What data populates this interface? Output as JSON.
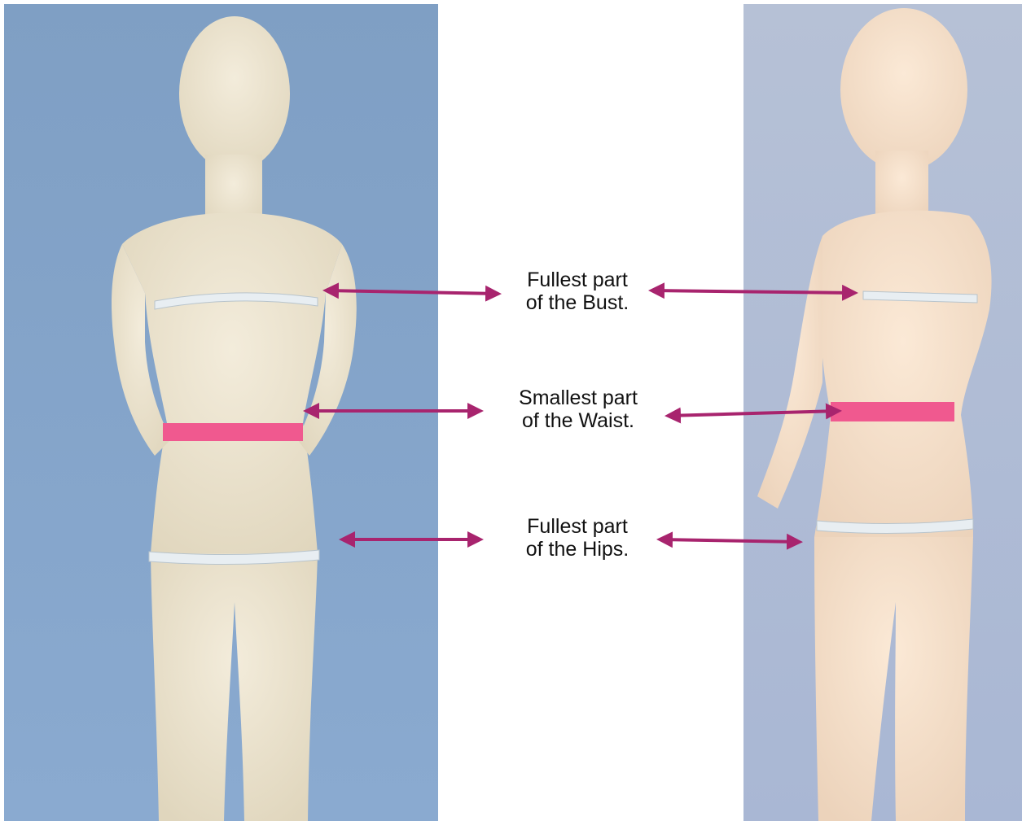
{
  "labels": {
    "bust": {
      "line1": "Fullest part",
      "line2": "of the Bust."
    },
    "waist": {
      "line1": "Smallest part",
      "line2": "of the Waist."
    },
    "hips": {
      "line1": "Fullest part",
      "line2": "of the Hips."
    }
  },
  "colors": {
    "arrow": "#a8246e",
    "tape_pink": "#f0598f",
    "tape_white": "#e8eef2",
    "bg_front": "#86a6c8",
    "bg_back": "#a9b8d3",
    "mannequin": "#efe8d6",
    "mannequin_back": "#f6e2cf"
  }
}
